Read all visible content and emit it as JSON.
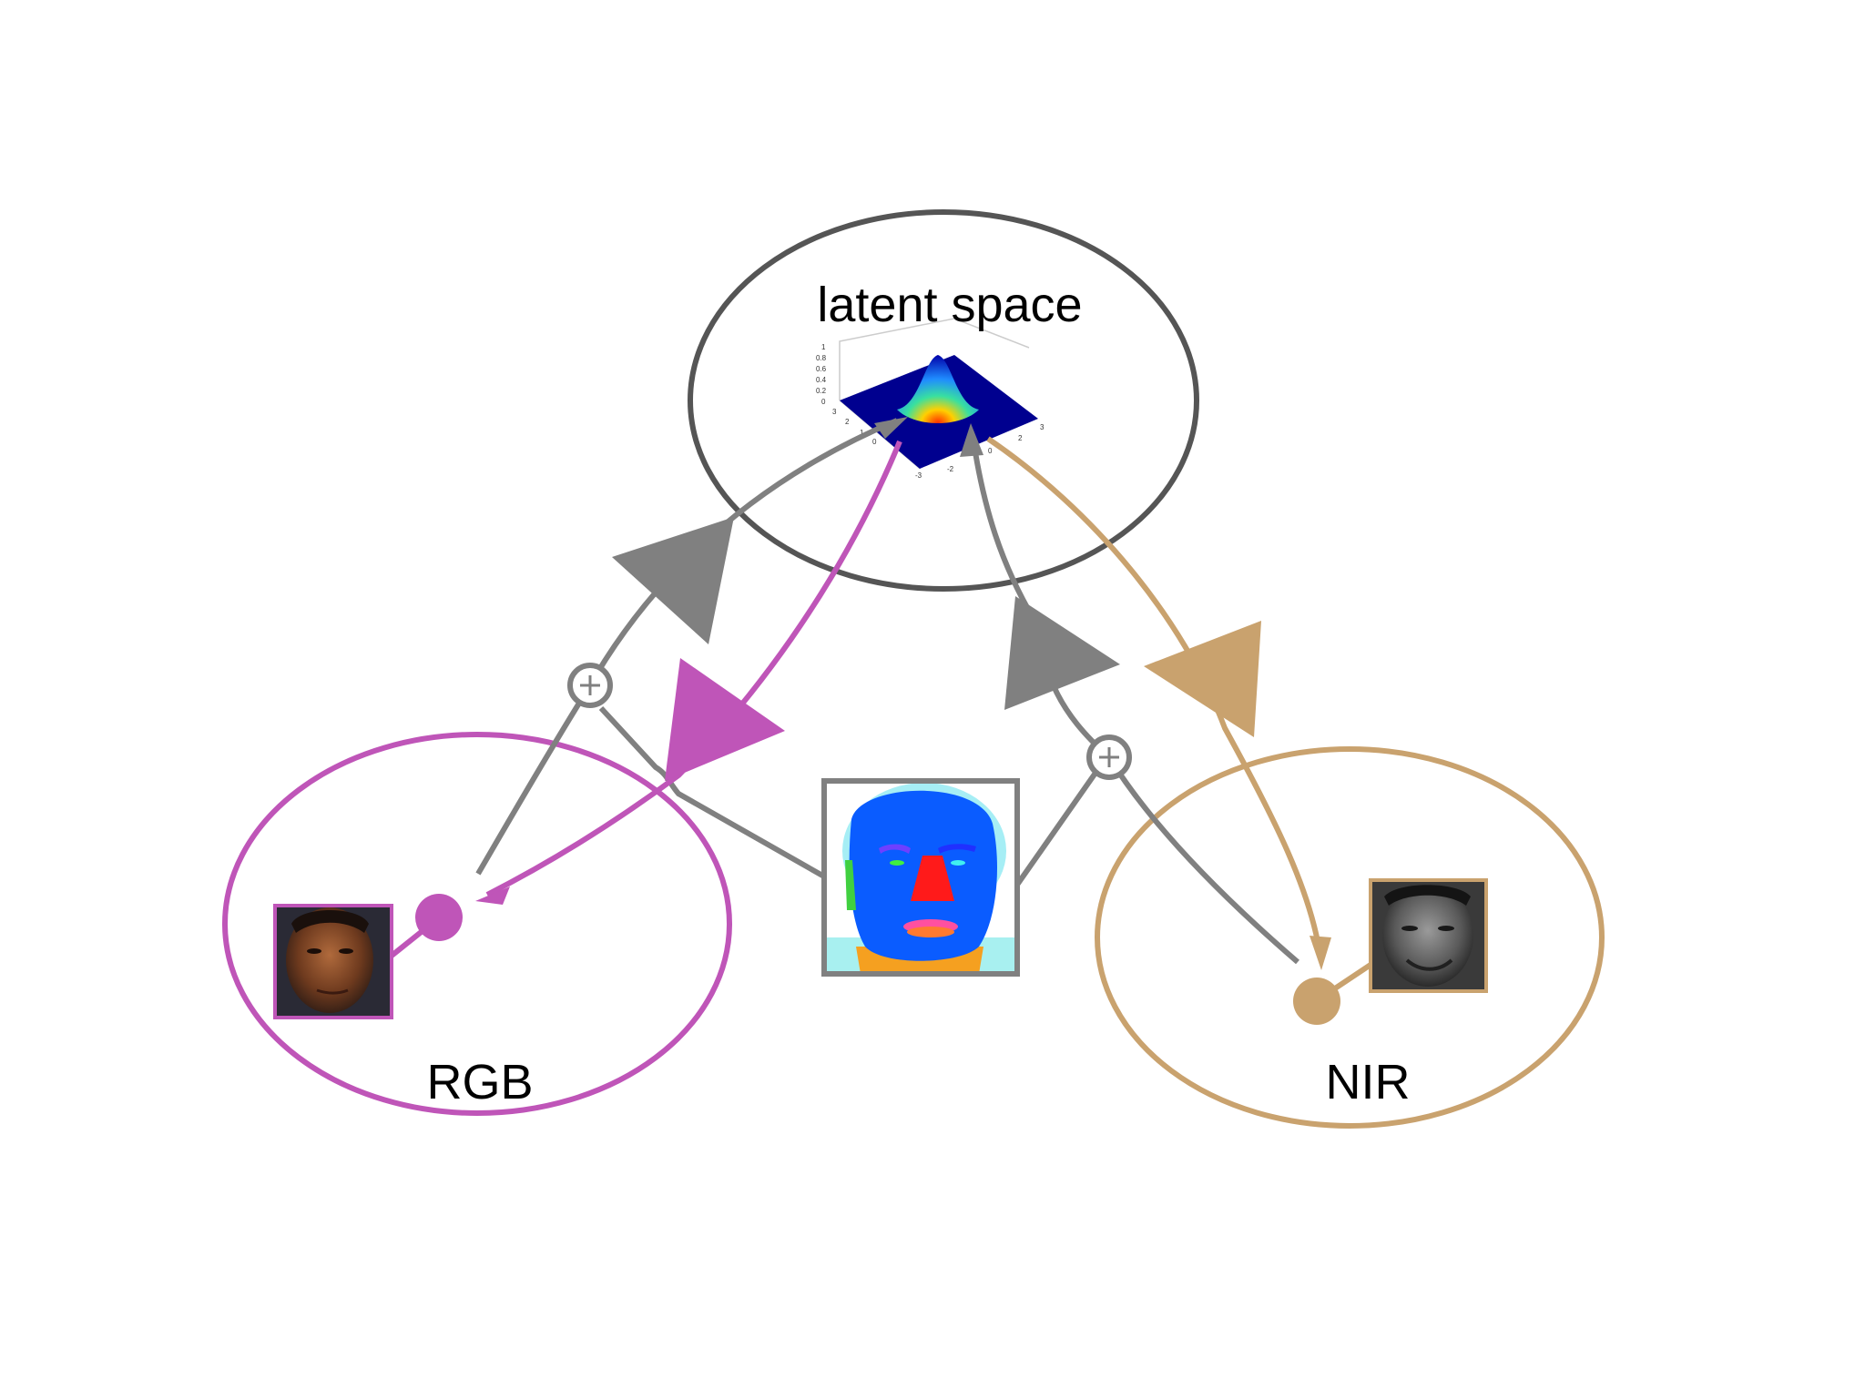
{
  "labels": {
    "latent": "latent space",
    "rgb": "RGB",
    "nir": "NIR"
  },
  "plot_ticks": {
    "z": [
      "1",
      "0.8",
      "0.6",
      "0.4",
      "0.2",
      "0"
    ],
    "x": [
      "-3",
      "-2",
      "0",
      "2",
      "3"
    ],
    "y": [
      "3",
      "2",
      "1",
      "0"
    ]
  },
  "colors": {
    "latent_ellipse": "#555555",
    "rgb": "#bf55b8",
    "nir": "#c9a26e",
    "gray": "#808080"
  },
  "icons": [
    "plus-icon",
    "face-photo-rgb",
    "face-photo-nir",
    "face-parsing-map",
    "gaussian-surface-plot"
  ]
}
